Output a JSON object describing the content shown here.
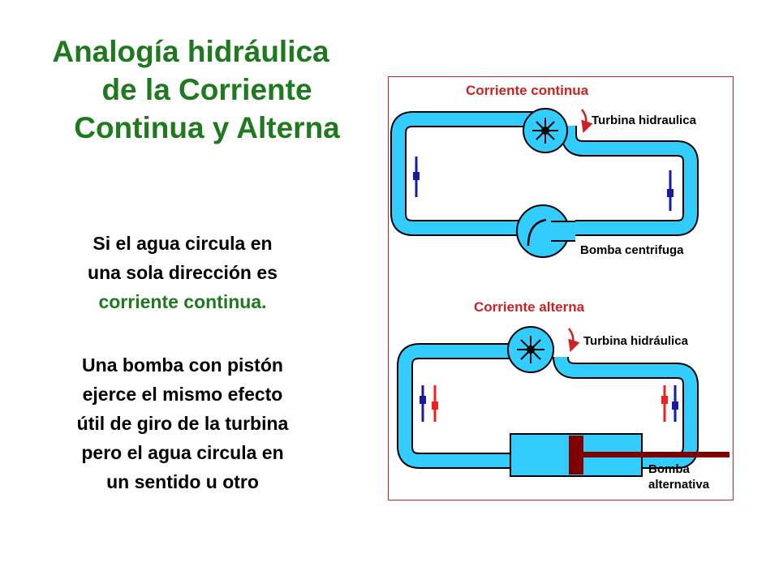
{
  "title": {
    "line1": "Analogía hidráulica",
    "line2": "de la  Corriente",
    "line3": "Continua y Alterna"
  },
  "paragraph1": {
    "line1": "Si el agua circula en",
    "line2": "una sola dirección es",
    "line3": "corriente continua."
  },
  "paragraph2": {
    "line1": "Una bomba con pistón",
    "line2": "ejerce el mismo efecto",
    "line3": "útil de giro de la turbina",
    "line4": "pero el agua circula en",
    "line5": "un sentido u otro"
  },
  "diagram": {
    "dc": {
      "heading": "Corriente continua",
      "turbine_label": "Turbina hidraulica",
      "pump_label": "Bomba centrifuga"
    },
    "ac": {
      "heading": "Corriente alterna",
      "turbine_label": "Turbina hidráulica",
      "pump_label_line1": "Bomba",
      "pump_label_line2": "alternativa"
    },
    "colors": {
      "pipe": "#33ccff",
      "heading": "#cc2222",
      "arrow_blue": "#1a1aa0",
      "arrow_red": "#ee2222",
      "piston": "#800000"
    }
  }
}
